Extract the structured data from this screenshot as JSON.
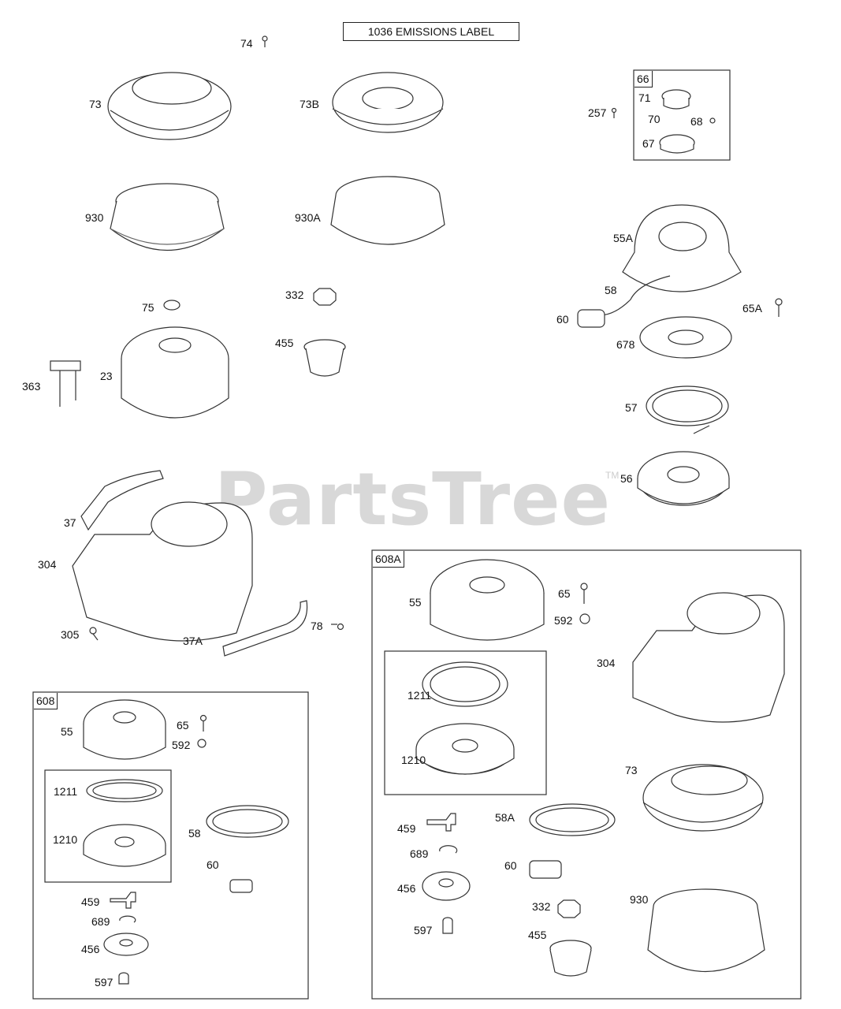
{
  "emissions_label": "1036 EMISSIONS LABEL",
  "watermark": {
    "text": "PartsTree",
    "trademark": "TM"
  },
  "boxes": {
    "b66": "66",
    "b608": "608",
    "b608a": "608A"
  },
  "callouts": {
    "c74": "74",
    "c73": "73",
    "c73b": "73B",
    "c930": "930",
    "c930a": "930A",
    "c75": "75",
    "c332": "332",
    "c455": "455",
    "c363": "363",
    "c23": "23",
    "c257": "257",
    "c71": "71",
    "c70": "70",
    "c68": "68",
    "c67": "67",
    "c55a": "55A",
    "c58": "58",
    "c60": "60",
    "c65a": "65A",
    "c678": "678",
    "c57": "57",
    "c56": "56",
    "c37": "37",
    "c304": "304",
    "c305": "305",
    "c37a": "37A",
    "c78": "78",
    "p608_55": "55",
    "p608_65": "65",
    "p608_592": "592",
    "p608_1211": "1211",
    "p608_1210": "1210",
    "p608_58": "58",
    "p608_60": "60",
    "p608_459": "459",
    "p608_689": "689",
    "p608_456": "456",
    "p608_597": "597",
    "p608a_55": "55",
    "p608a_65": "65",
    "p608a_592": "592",
    "p608a_304": "304",
    "p608a_1211": "1211",
    "p608a_1210": "1210",
    "p608a_73": "73",
    "p608a_459": "459",
    "p608a_58a": "58A",
    "p608a_689": "689",
    "p608a_60": "60",
    "p608a_456": "456",
    "p608a_332": "332",
    "p608a_930": "930",
    "p608a_597": "597",
    "p608a_455": "455"
  }
}
